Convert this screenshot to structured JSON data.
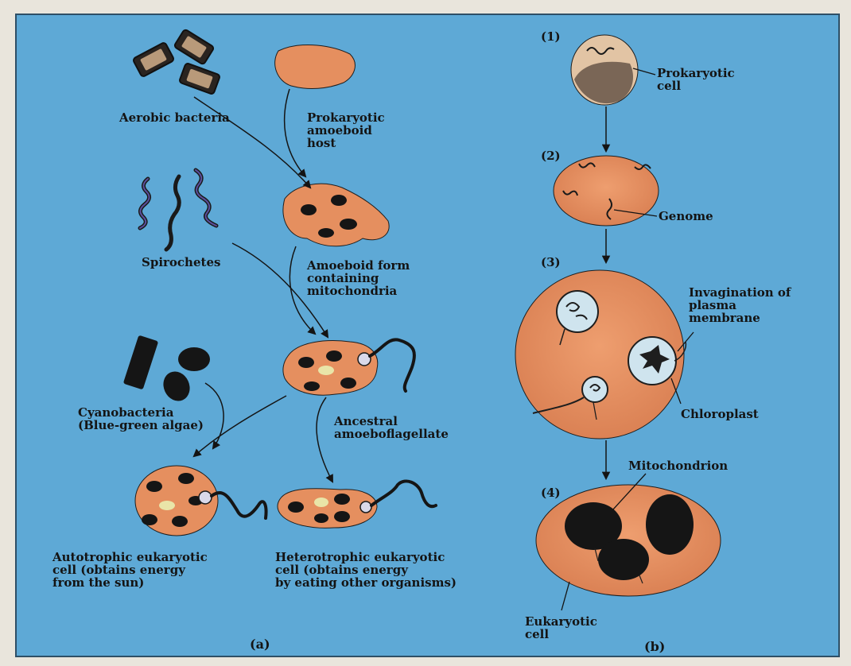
{
  "figure": {
    "colors": {
      "background": "#5ea9d6",
      "cell_fill": "#e58f5f",
      "organelle": "#151515",
      "ink": "#141414",
      "page": "#e9e5dc"
    },
    "panel_a": {
      "label": "(a)",
      "aerobic_bacteria": "Aerobic bacteria",
      "prokaryotic_host": "Prokaryotic\namoeboid\nhost",
      "spirochetes": "Spirochetes",
      "amoeboid_mito": "Amoeboid form\ncontaining\nmitochondria",
      "cyanobacteria": "Cyanobacteria\n(Blue-green algae)",
      "ancestral": "Ancestral\namoeboflagellate",
      "autotrophic": "Autotrophic eukaryotic\ncell (obtains energy\nfrom the sun)",
      "heterotrophic": "Heterotrophic eukaryotic\ncell (obtains energy\nby eating other organisms)"
    },
    "panel_b": {
      "label": "(b)",
      "stage1": "(1)",
      "stage2": "(2)",
      "stage3": "(3)",
      "stage4": "(4)",
      "prokaryotic_cell": "Prokaryotic\ncell",
      "genome": "Genome",
      "invagination": "Invagination of\nplasma\nmembrane",
      "chloroplast": "Chloroplast",
      "mitochondrion": "Mitochondrion",
      "eukaryotic_cell": "Eukaryotic\ncell"
    }
  }
}
